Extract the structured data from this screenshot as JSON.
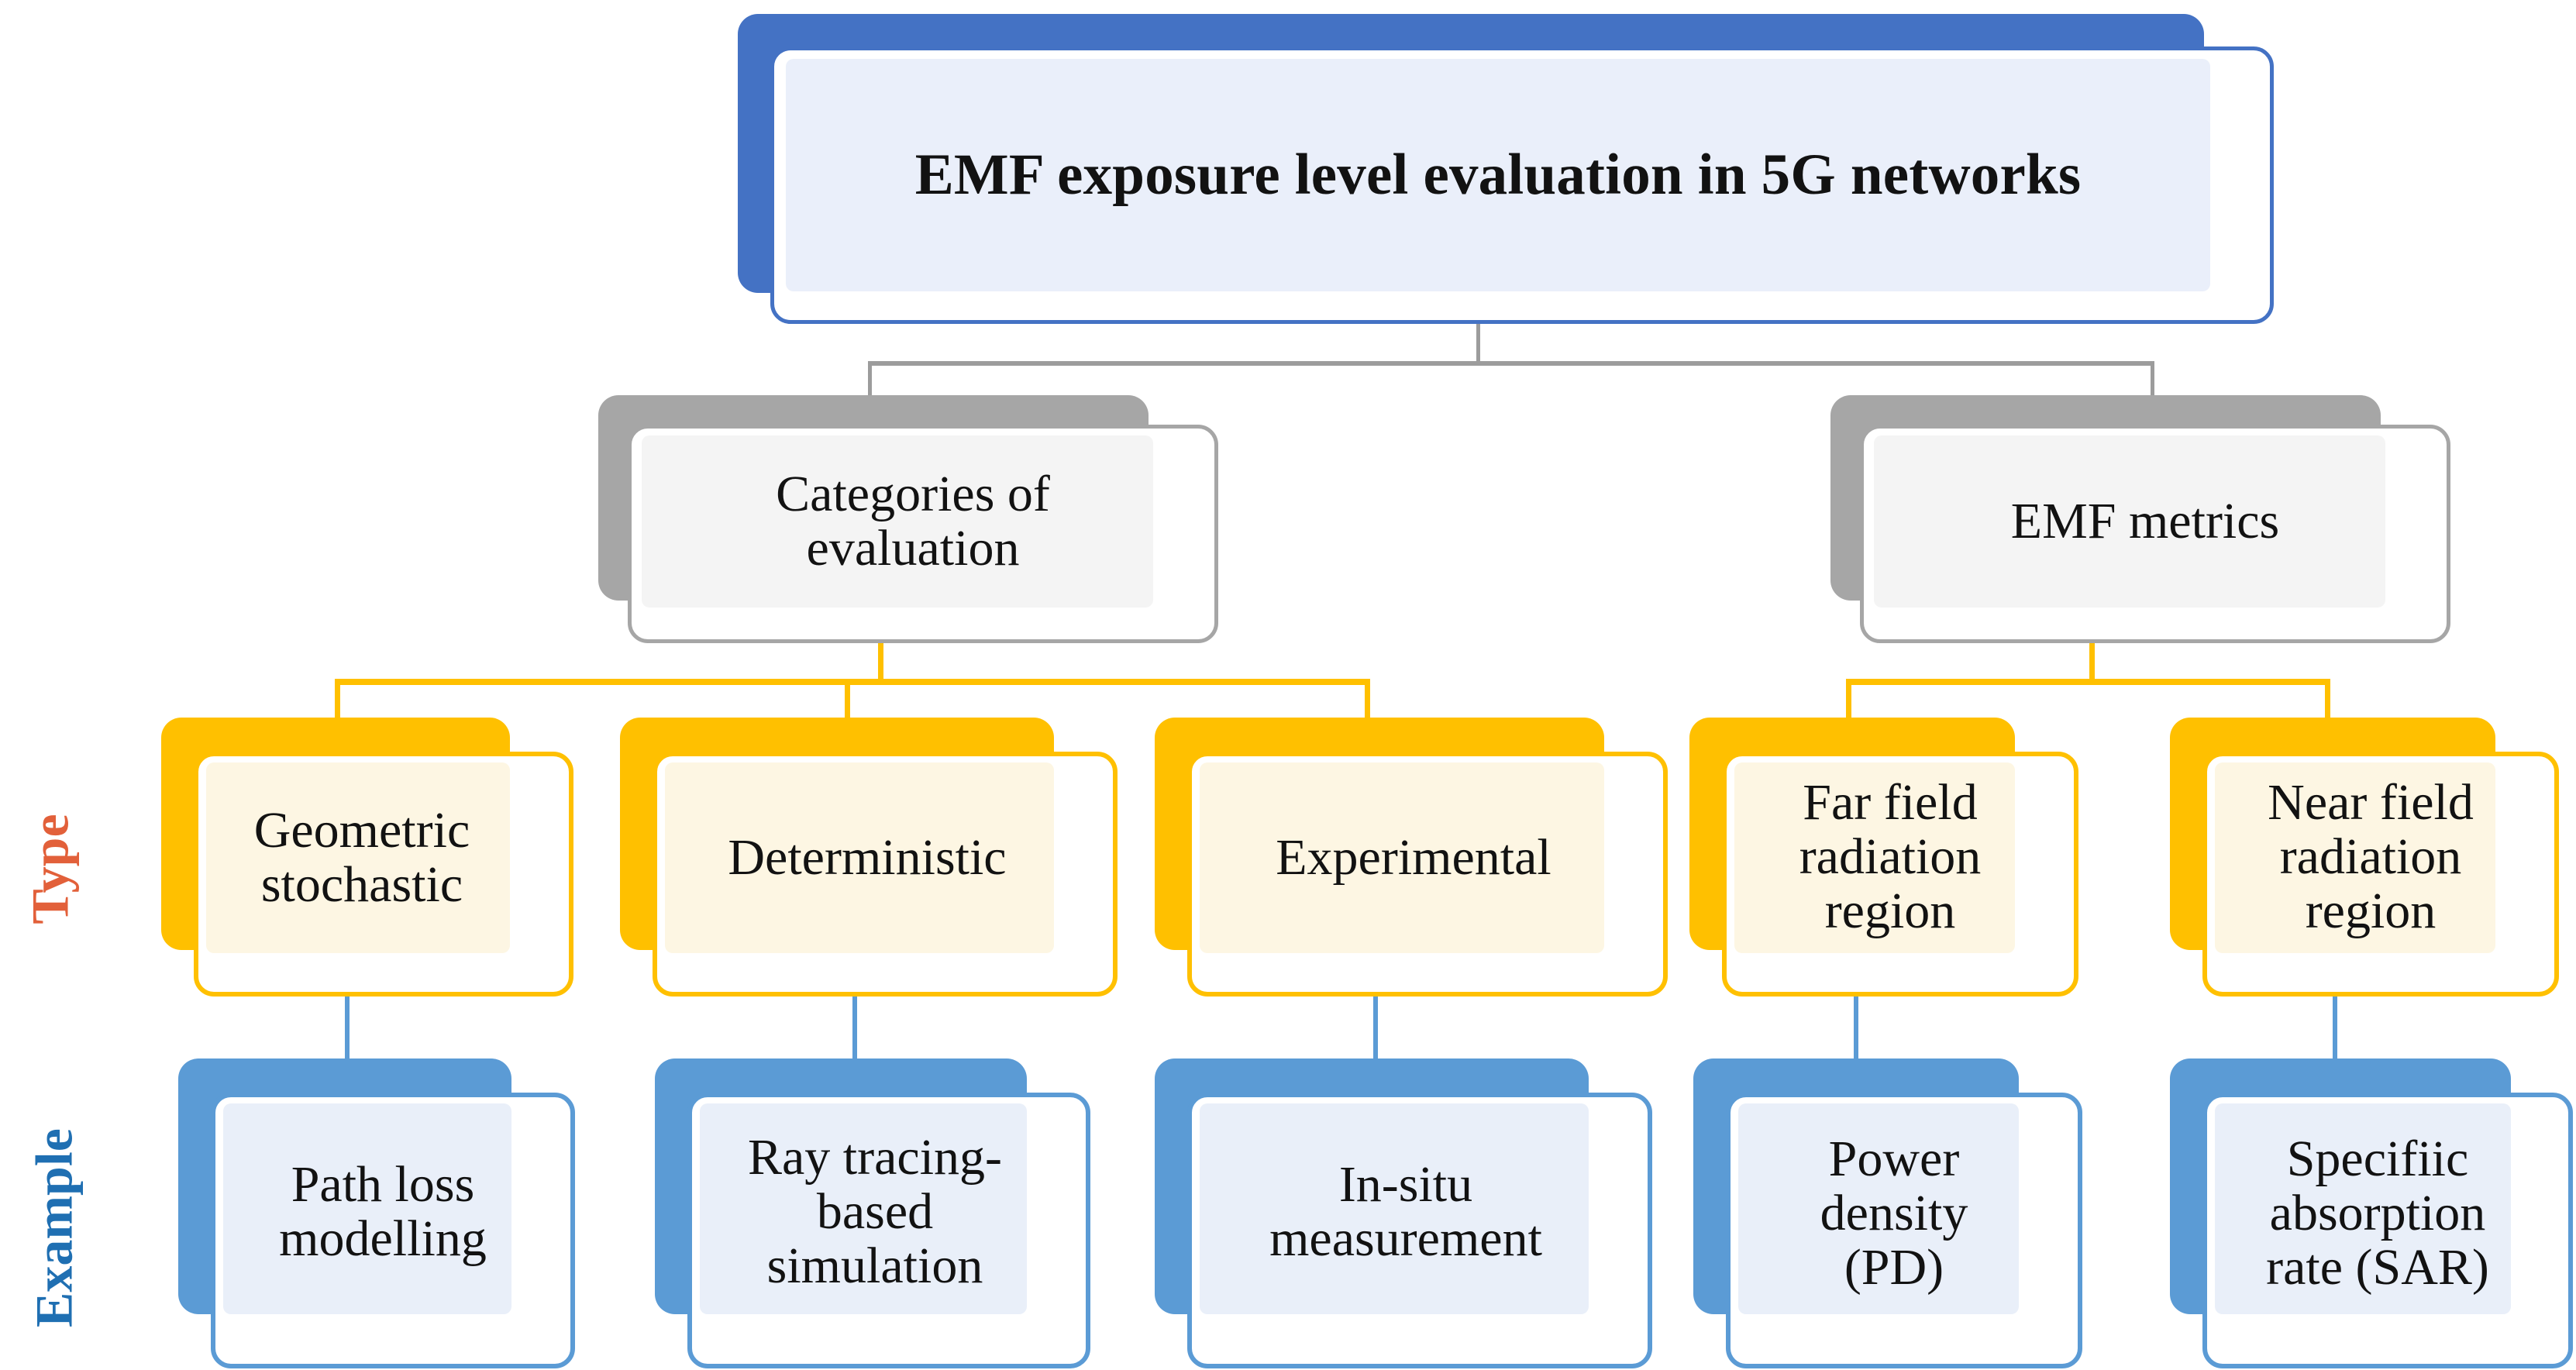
{
  "diagram": {
    "title": "EMF exposure level evaluation in 5G networks",
    "root": {
      "label": "EMF exposure level evaluation in 5G networks"
    },
    "level2": [
      {
        "label": "Categories of\nevaluation"
      },
      {
        "label": "EMF metrics"
      }
    ],
    "row_labels": {
      "type": "Type",
      "example": "Example"
    },
    "type_row": [
      {
        "label": "Geometric\nstochastic"
      },
      {
        "label": "Deterministic"
      },
      {
        "label": "Experimental"
      },
      {
        "label": "Far field\nradiation\nregion"
      },
      {
        "label": "Near field\nradiation\nregion"
      }
    ],
    "example_row": [
      {
        "label": "Path loss\nmodelling"
      },
      {
        "label": "Ray tracing-\nbased\nsimulation"
      },
      {
        "label": "In-situ\nmeasurement"
      },
      {
        "label": "Power\ndensity\n(PD)"
      },
      {
        "label": "Specifiic\nabsorption\nrate (SAR)"
      }
    ],
    "colors": {
      "root_blue": "#4472C4",
      "root_inner": "#EAEFFA",
      "gray": "#A6A6A6",
      "gray_inner": "#F4F4F4",
      "amber": "#FFC000",
      "amber_inner": "#FDF6E3",
      "blue": "#5B9BD5",
      "blue_inner": "#E9EFF9",
      "type_text": "#E2603A",
      "example_text": "#1F6FB2"
    }
  }
}
